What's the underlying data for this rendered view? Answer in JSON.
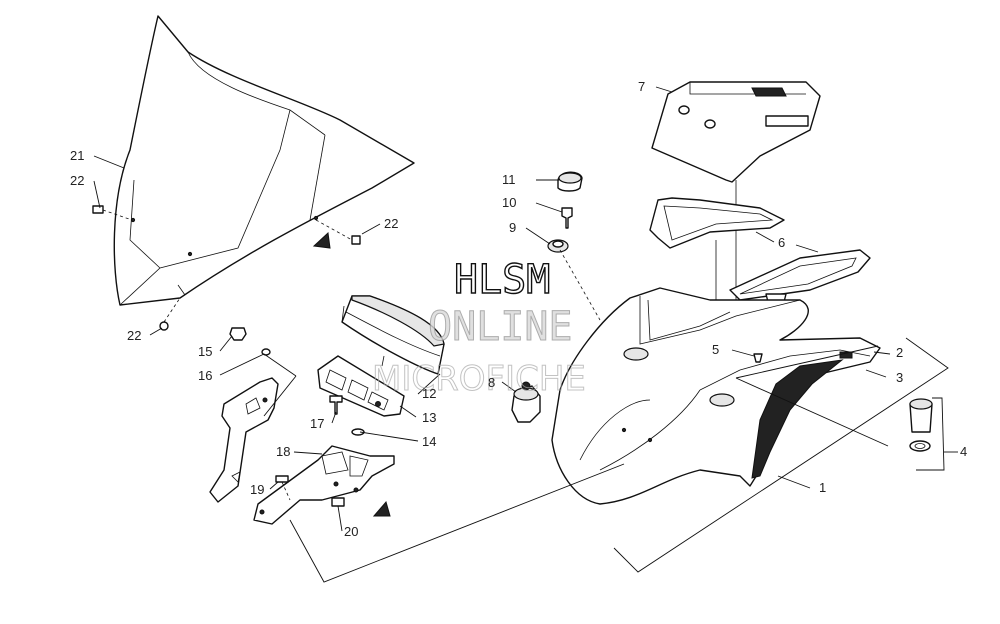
{
  "watermark": {
    "line1": "HLSM",
    "line2": "ONLINE",
    "line3": "MICROFICHE"
  },
  "callouts": [
    {
      "id": "callout-1",
      "text": "1"
    },
    {
      "id": "callout-2",
      "text": "2"
    },
    {
      "id": "callout-3",
      "text": "3"
    },
    {
      "id": "callout-4",
      "text": "4"
    },
    {
      "id": "callout-5",
      "text": "5"
    },
    {
      "id": "callout-6",
      "text": "6"
    },
    {
      "id": "callout-7",
      "text": "7"
    },
    {
      "id": "callout-8",
      "text": "8"
    },
    {
      "id": "callout-9",
      "text": "9"
    },
    {
      "id": "callout-10",
      "text": "10"
    },
    {
      "id": "callout-11",
      "text": "11"
    },
    {
      "id": "callout-12",
      "text": "12"
    },
    {
      "id": "callout-13",
      "text": "13"
    },
    {
      "id": "callout-14",
      "text": "14"
    },
    {
      "id": "callout-15",
      "text": "15"
    },
    {
      "id": "callout-16",
      "text": "16"
    },
    {
      "id": "callout-17",
      "text": "17"
    },
    {
      "id": "callout-18",
      "text": "18"
    },
    {
      "id": "callout-19",
      "text": "19"
    },
    {
      "id": "callout-20",
      "text": "20"
    },
    {
      "id": "callout-21",
      "text": "21"
    },
    {
      "id": "callout-22a",
      "text": "22"
    },
    {
      "id": "callout-22b",
      "text": "22"
    },
    {
      "id": "callout-22c",
      "text": "22"
    }
  ]
}
